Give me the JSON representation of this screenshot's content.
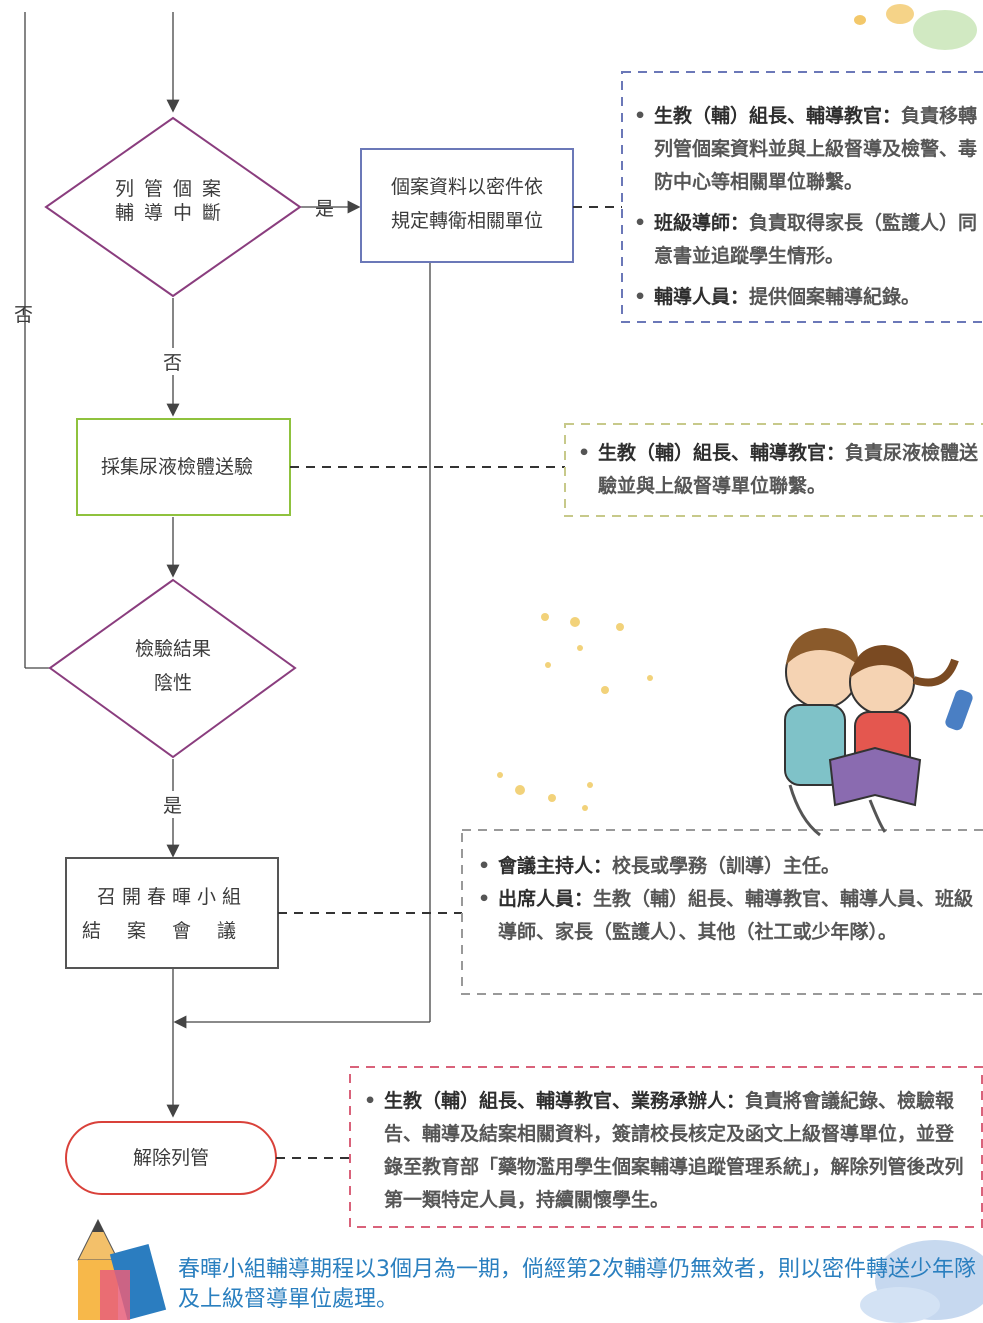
{
  "flow": {
    "decision_1": [
      "列管個案",
      "輔導中斷"
    ],
    "transfer_box": [
      "個案資料以密件依",
      "規定轉衛相關單位"
    ],
    "urine_box": "採集尿液檢體送驗",
    "decision_2": [
      "檢驗結果",
      "陰性"
    ],
    "meeting_box": [
      "召開春暉小組",
      "結案會議"
    ],
    "end_box": "解除列管",
    "labels": {
      "yes_1": "是",
      "no_1": "否",
      "no_left": "否",
      "yes_2": "是"
    }
  },
  "notes": {
    "transfer": [
      {
        "role": "生教（輔）組長、輔導教官：",
        "duty": "負責移轉列管個案資料並與上級督導及檢警、毒防中心等相關單位聯繫。"
      },
      {
        "role": "班級導師：",
        "duty": "負責取得家長（監護人）同意書並追蹤學生情形。"
      },
      {
        "role": "輔導人員：",
        "duty": "提供個案輔導紀錄。"
      }
    ],
    "urine": [
      {
        "role": "生教（輔）組長、輔導教官：",
        "duty": "負責尿液檢體送驗並與上級督導單位聯繫。"
      }
    ],
    "meeting": [
      {
        "role": "會議主持人：",
        "duty": "校長或學務（訓導）主任。"
      },
      {
        "role": "出席人員：",
        "duty": "生教（輔）組長、輔導教官、輔導人員、班級導師、家長（監護人）、其他（社工或少年隊）。"
      }
    ],
    "end": [
      {
        "role": "生教（輔）組長、輔導教官、業務承辦人：",
        "duty": "負責將會議紀錄、檢驗報告、輔導及結案相關資料，簽請校長核定及函文上級督導單位，並登錄至教育部「藥物濫用學生個案輔導追蹤管理系統」，解除列管後改列第一類特定人員，持續關懷學生。"
      }
    ]
  },
  "footer": "春暉小組輔導期程以3個月為一期，倘經第2次輔導仍無效者，則以密件轉送少年隊及上級督導單位處理。",
  "colors": {
    "decision": "#8a3d7e",
    "transfer": "#6b78b8",
    "urine": "#8fc23e",
    "meeting": "#555555",
    "end": "#d9413a",
    "note_transfer": "#6b78b8",
    "note_urine": "#c7c98a",
    "note_meeting": "#999999",
    "note_end": "#d9627a",
    "footer": "#2a7fbf"
  }
}
